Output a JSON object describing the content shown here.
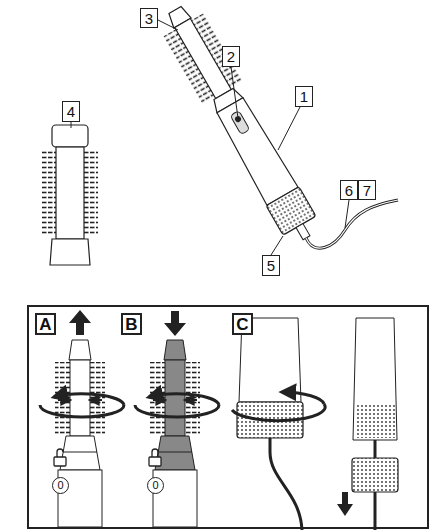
{
  "diagram": {
    "labels": [
      "3",
      "2",
      "4",
      "1",
      "6",
      "7",
      "5",
      "A",
      "B",
      "C",
      "0",
      "0"
    ]
  }
}
